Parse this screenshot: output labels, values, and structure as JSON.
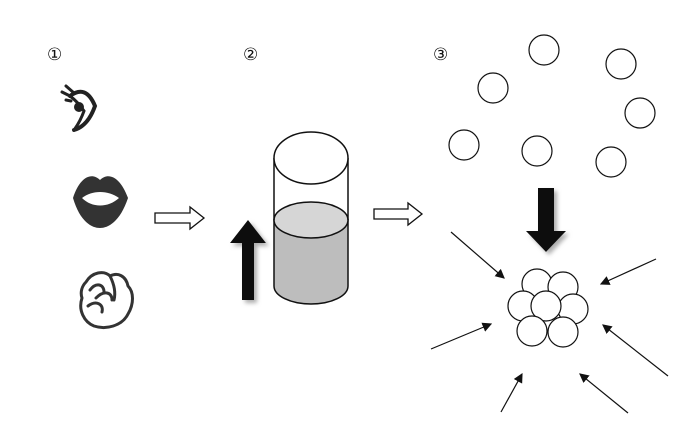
{
  "steps": [
    {
      "marker": "①",
      "icons": [
        "eye-icon",
        "lips-icon",
        "hand-icon"
      ]
    },
    {
      "marker": "②",
      "icons": [
        "beaker-icon",
        "up-arrow-icon"
      ]
    },
    {
      "marker": "③",
      "icons": [
        "scattered-particles",
        "down-arrow-icon",
        "particle-cluster",
        "inward-arrows"
      ]
    }
  ],
  "colors": {
    "stroke": "#111111",
    "liquid": "#bdbdbd",
    "arrow_fill": "#111111",
    "background": "#ffffff"
  }
}
